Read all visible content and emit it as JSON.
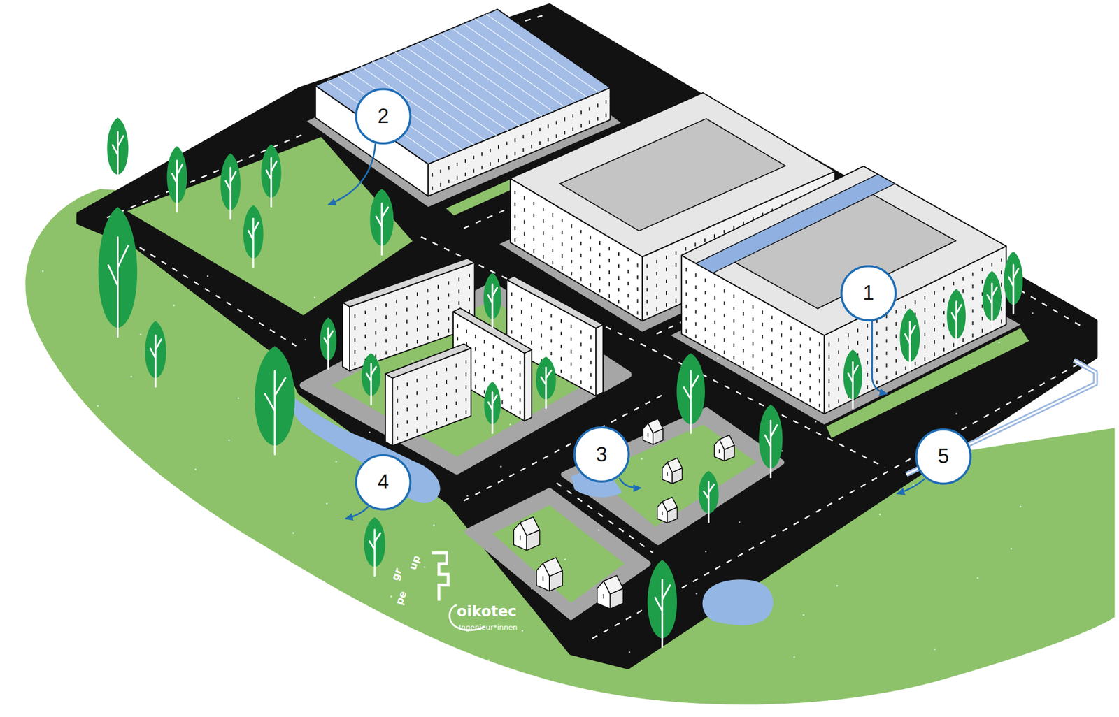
{
  "diagram": {
    "labels": [
      "1",
      "2",
      "3",
      "4",
      "5",
      "gr",
      "up",
      "pe",
      "oikotec",
      "Ingenieur*innen"
    ]
  }
}
